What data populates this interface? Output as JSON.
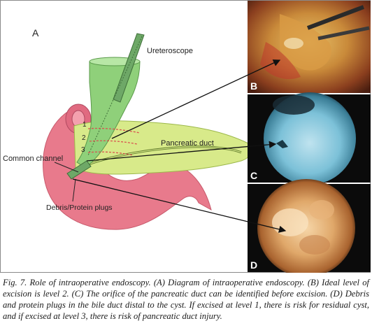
{
  "diagram": {
    "panel_label": "A",
    "labels": {
      "ureteroscope": "Ureteroscope",
      "pancreatic_duct": "Pancreatic duct",
      "common_channel": "Common channel",
      "debris": "Debris/Protein plugs",
      "level_1": "1",
      "level_2": "2",
      "level_3": "3"
    },
    "colors": {
      "pancreas": "#e87a8c",
      "duodenum_cyst": "#c7e38d",
      "bile_duct": "#8fd07a",
      "scope": "#6ea867",
      "level_lines": "#d9534f"
    }
  },
  "photos": [
    {
      "label": "B",
      "content": "operative field view"
    },
    {
      "label": "C",
      "content": "pancreatic duct orifice"
    },
    {
      "label": "D",
      "content": "debris and protein plugs"
    }
  ],
  "caption": "Fig. 7. Role of intraoperative endoscopy. (A) Diagram of intraoperative endoscopy. (B) Ideal level of excision is level 2. (C) The orifice of the pancreatic duct can be identified before excision. (D) Debris and protein plugs in the bile duct distal to the cyst. If excised at level 1, there is risk for residual cyst, and if excised at level 3, there is risk of pancreatic duct injury."
}
